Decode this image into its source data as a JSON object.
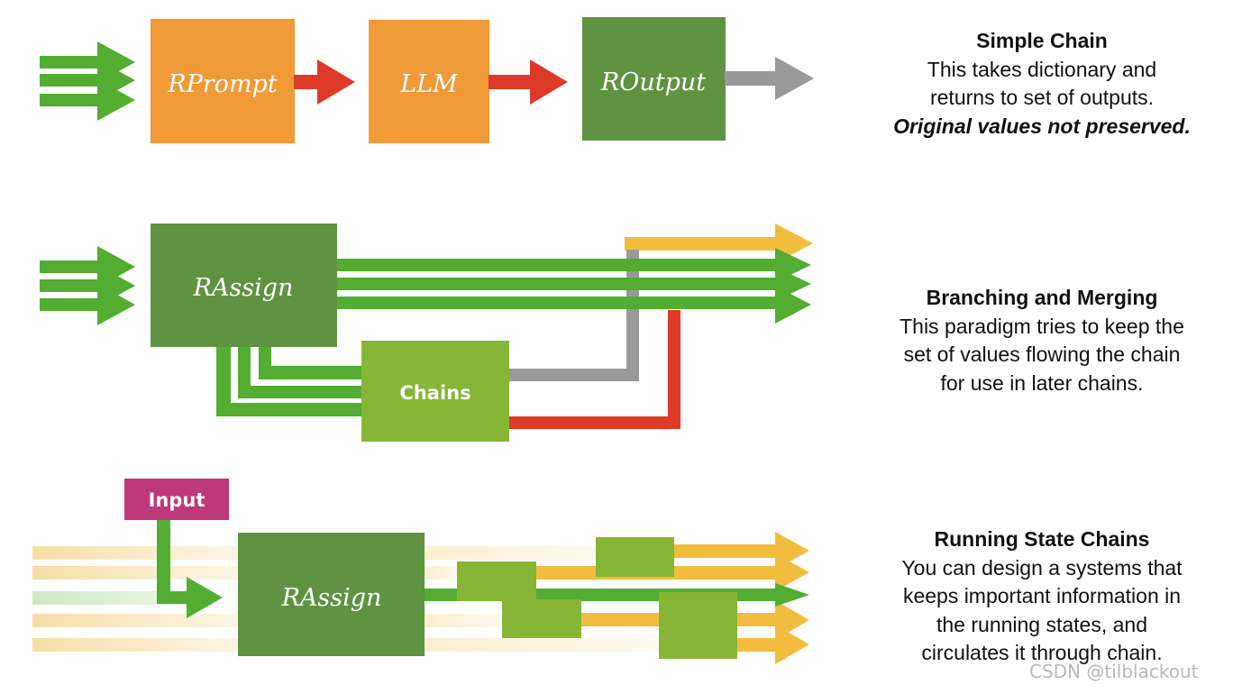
{
  "colors": {
    "green_arrow": "#52ad30",
    "orange_box": "#f09a38",
    "dark_green_box": "#5f9341",
    "light_green_box": "#87b535",
    "red": "#de3a28",
    "gray": "#999999",
    "yellow": "#f2bd3f",
    "pale_yellow": "#f6e2b2",
    "magenta": "#bd3979"
  },
  "simple_chain": {
    "boxes": [
      "RPrompt",
      "LLM",
      "ROutput"
    ],
    "title": "Simple Chain",
    "line1": "This takes dictionary and",
    "line2": "returns to set of outputs.",
    "emphasis": "Original values not preserved."
  },
  "branching": {
    "assign_label": "RAssign",
    "chains_label": "Chains",
    "title": "Branching and Merging",
    "line1": "This paradigm tries to keep the",
    "line2": "set of values flowing the chain",
    "line3": "for use in later chains."
  },
  "running_state": {
    "input_label": "Input",
    "assign_label": "RAssign",
    "title": "Running State Chains",
    "line1": "You can design a systems that",
    "line2": "keeps important information in",
    "line3": "the running states, and",
    "line4": "circulates it through chain."
  },
  "watermark": "CSDN @tilblackout"
}
